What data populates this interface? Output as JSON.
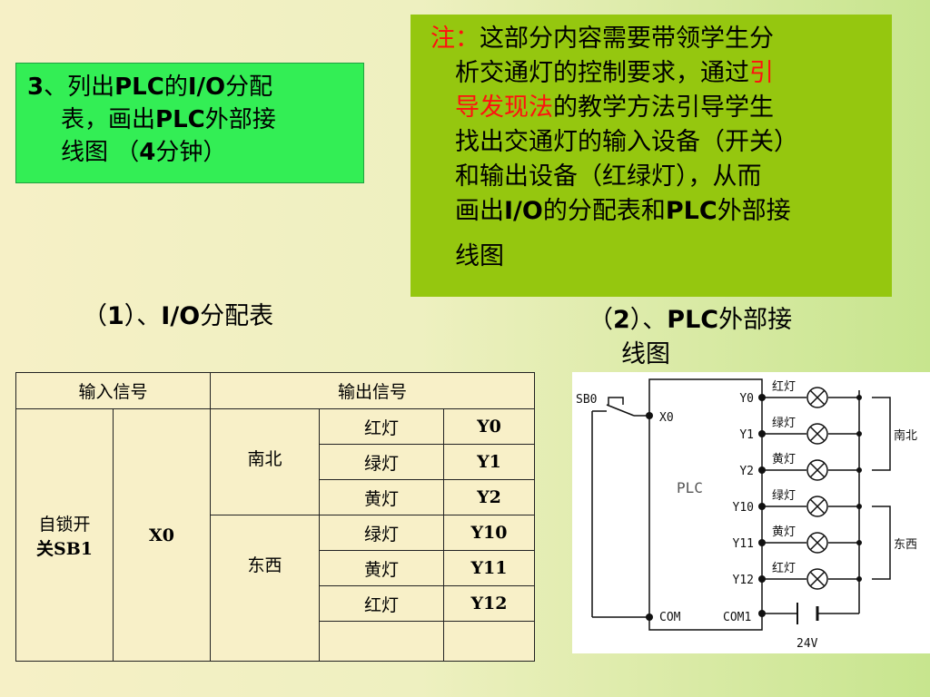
{
  "task": {
    "number": "3",
    "line1": "、列出",
    "plc1": "PLC",
    "line1b": "的",
    "io": "I/O",
    "line1c": "分配",
    "line2a": "表，画出",
    "plc2": "PLC",
    "line2b": "外部接",
    "line3a": "线图 （",
    "minutes": "4",
    "line3b": "分钟）"
  },
  "note": {
    "label": "注：",
    "line1": "这部分内容需要带领学生分",
    "line2": "析交通灯的控制要求，通过",
    "line2_red": "引",
    "line3_red": "导发现法",
    "line3": "的教学方法引导学生",
    "line4": "找出交通灯的输入设备（开关）",
    "line5": "和输出设备（红绿灯），从而",
    "line6a": "画出",
    "line6_io": "I/O",
    "line6b": "的分配表和",
    "line6_plc": "PLC",
    "line6c": "外部接",
    "line7": "线图"
  },
  "section1": {
    "prefix": "（",
    "num": "1",
    "mid": "）、",
    "io": "I/O",
    "suffix": "分配表"
  },
  "section2": {
    "prefix": "（",
    "num": "2",
    "mid": "）、",
    "plc": "PLC",
    "suffix": "外部接",
    "line2": "线图"
  },
  "table": {
    "header_input": "输入信号",
    "header_output": "输出信号",
    "input_device_line1": "自锁开",
    "input_device_line2": "关SB1",
    "input_address": "X0",
    "group_ns": "南北",
    "group_ew": "东西",
    "rows": [
      {
        "light": "红灯",
        "addr": "Y0"
      },
      {
        "light": "绿灯",
        "addr": "Y1"
      },
      {
        "light": "黄灯",
        "addr": "Y2"
      },
      {
        "light": "绿灯",
        "addr": "Y10"
      },
      {
        "light": "黄灯",
        "addr": "Y11"
      },
      {
        "light": "红灯",
        "addr": "Y12"
      }
    ]
  },
  "diagram": {
    "switch": "SB0",
    "input": "X0",
    "plc": "PLC",
    "com": "COM",
    "com1": "COM1",
    "voltage": "24V",
    "group_ns": "南北",
    "group_ew": "东西",
    "outputs": [
      {
        "addr": "Y0",
        "light": "红灯"
      },
      {
        "addr": "Y1",
        "light": "绿灯"
      },
      {
        "addr": "Y2",
        "light": "黄灯"
      },
      {
        "addr": "Y10",
        "light": "绿灯"
      },
      {
        "addr": "Y11",
        "light": "黄灯"
      },
      {
        "addr": "Y12",
        "light": "红灯"
      }
    ]
  }
}
